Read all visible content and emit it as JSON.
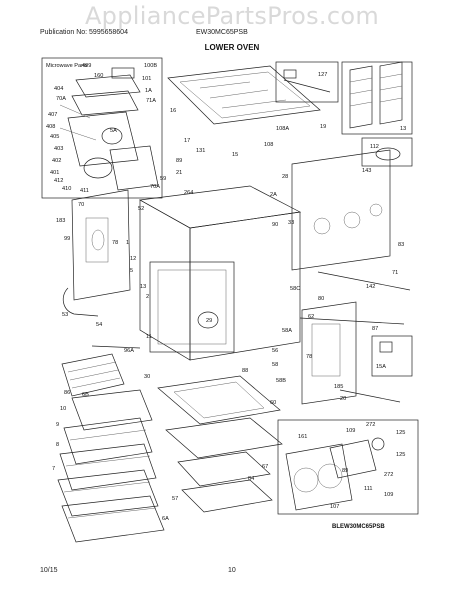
{
  "watermark": "AppliancePartsPros.com",
  "publication": "Publication No: 5995658604",
  "model": "EW30MC65PSB",
  "section_title": "LOWER OVEN",
  "footer_date": "10/15",
  "footer_page": "10",
  "drawing_code": "BLEW30MC65PSB",
  "inset_microwave": "Microwave Parts",
  "parts": {
    "p499": "499",
    "p100B": "100B",
    "p160": "160",
    "p101": "101",
    "p404": "404",
    "p70A": "70A",
    "p1A": "1A",
    "p71A": "71A",
    "p407": "407",
    "p408": "408",
    "p405": "405",
    "p5A": "5A",
    "p403": "403",
    "p402": "402",
    "p401": "401",
    "p412": "412",
    "p410": "410",
    "p411": "411",
    "p70A2": "70A",
    "p16": "16",
    "p127": "127",
    "p13": "13",
    "p17": "17",
    "p108A": "108A",
    "p19": "19",
    "p131": "131",
    "p15": "15",
    "p108": "108",
    "p112": "112",
    "p89": "89",
    "p21": "21",
    "p28": "28",
    "p2A": "2A",
    "p143": "143",
    "p59": "59",
    "p264": "264",
    "p33": "33",
    "p52": "52",
    "p83": "83",
    "p71": "71",
    "p70": "70",
    "p183": "183",
    "p99": "99",
    "p78": "78",
    "p1": "1",
    "p12": "12",
    "p5": "5",
    "p53": "53",
    "p54": "54",
    "p13b": "13",
    "p2": "2",
    "p29": "29",
    "p11": "11",
    "p58A": "58A",
    "p58C": "58C",
    "p90": "90",
    "p142": "142",
    "p80": "80",
    "p62": "62",
    "p87": "87",
    "p96A": "96A",
    "p56": "56",
    "p88": "88",
    "p58": "58",
    "p78b": "78",
    "p58B": "58B",
    "p15A": "15A",
    "p185": "185",
    "p86": "86",
    "p6B": "6B",
    "p10": "10",
    "p9": "9",
    "p8": "8",
    "p7": "7",
    "p30": "30",
    "p60": "60",
    "p67": "67",
    "p84": "84",
    "p57": "57",
    "p6A": "6A",
    "p161": "161",
    "p109": "109",
    "p272": "272",
    "p125": "125",
    "p107": "107",
    "p111": "111",
    "p109b": "109",
    "p89b": "89",
    "p272b": "272",
    "p125b": "125",
    "p20": "20"
  }
}
